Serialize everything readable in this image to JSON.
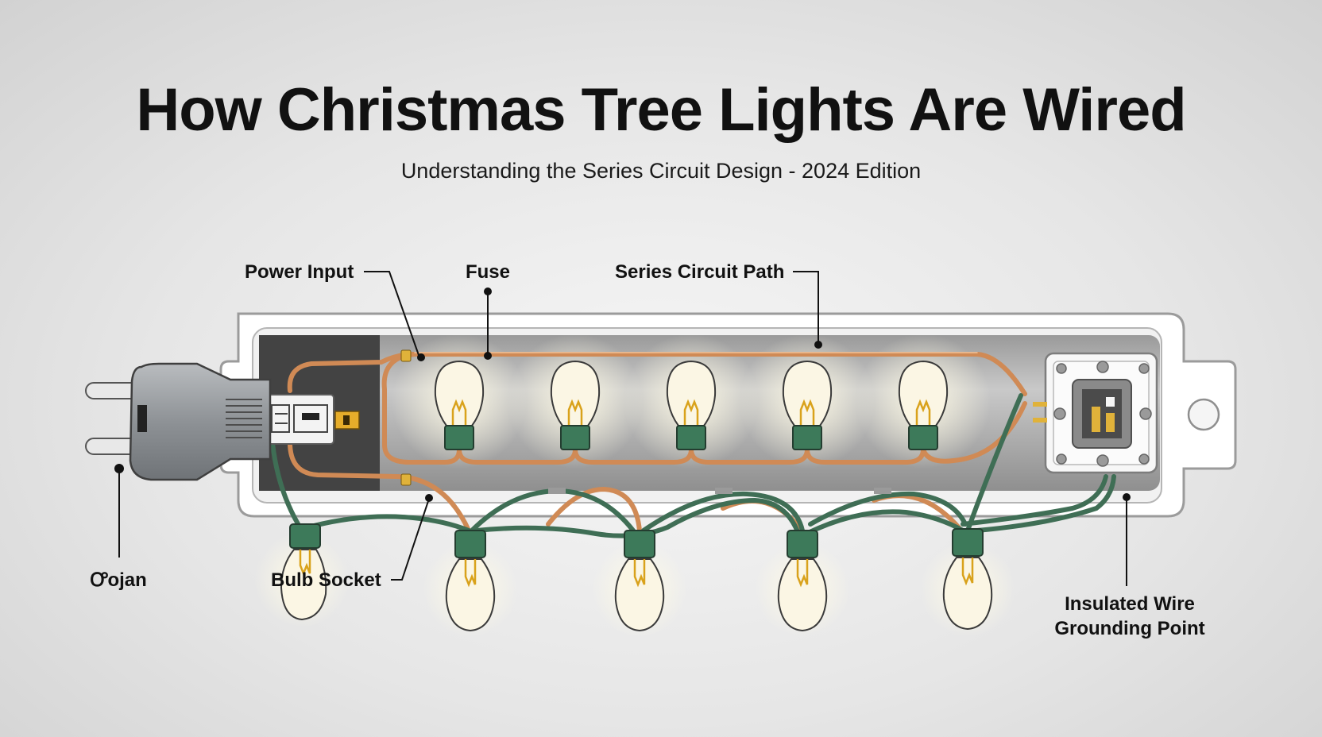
{
  "header": {
    "title": "How Christmas Tree Lights Are Wired",
    "subtitle": "Understanding the Series Circuit Design - 2024 Edition"
  },
  "labels": {
    "power_input": "Power Input",
    "fuse": "Fuse",
    "series_path": "Series Circuit Path",
    "plug": "Ꝍojan",
    "bulb_socket": "Bulb Socket",
    "grounding_line1": "Insulated Wire",
    "grounding_line2": "Grounding Point"
  },
  "colors": {
    "copper_wire": "#d08a55",
    "green_wire": "#3f6e55",
    "socket_green": "#3d7a5a",
    "bulb_glass": "#fbf6e4",
    "filament": "#d9a21b"
  }
}
